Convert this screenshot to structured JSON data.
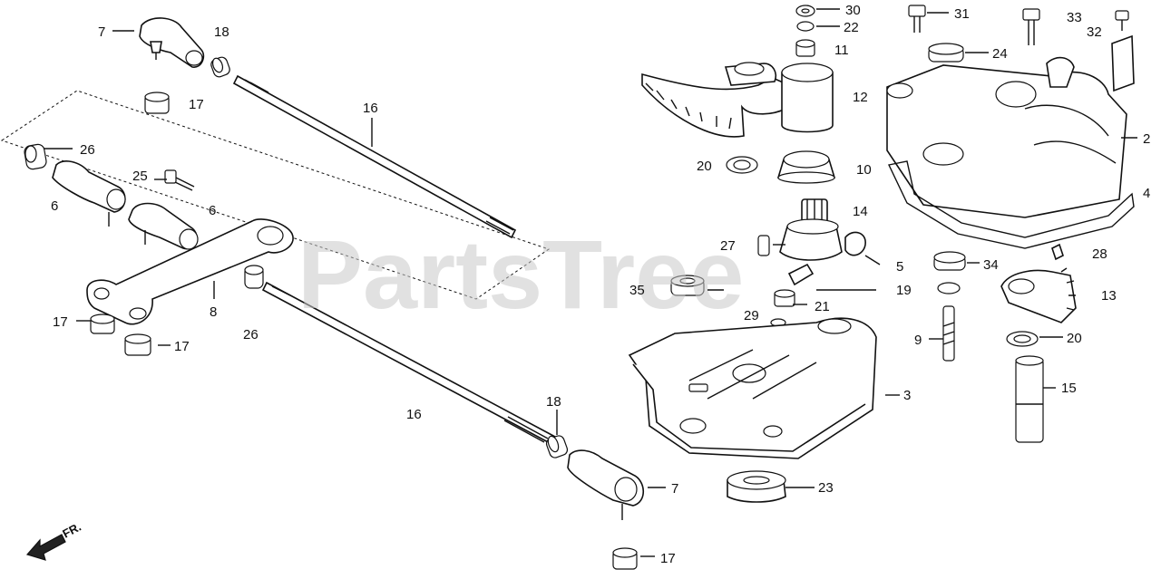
{
  "watermark": "PartsTree",
  "direction_label": "FR.",
  "callouts": [
    {
      "key": "c7a",
      "text": "7"
    },
    {
      "key": "c18a",
      "text": "18"
    },
    {
      "key": "c17a",
      "text": "17"
    },
    {
      "key": "c16a",
      "text": "16"
    },
    {
      "key": "c26a",
      "text": "26"
    },
    {
      "key": "c25",
      "text": "25"
    },
    {
      "key": "c6a",
      "text": "6"
    },
    {
      "key": "c6b",
      "text": "6"
    },
    {
      "key": "c8",
      "text": "8"
    },
    {
      "key": "c17b",
      "text": "17"
    },
    {
      "key": "c17c",
      "text": "17"
    },
    {
      "key": "c26b",
      "text": "26"
    },
    {
      "key": "c16b",
      "text": "16"
    },
    {
      "key": "c18b",
      "text": "18"
    },
    {
      "key": "c7b",
      "text": "7"
    },
    {
      "key": "c17d",
      "text": "17"
    },
    {
      "key": "c30",
      "text": "30"
    },
    {
      "key": "c22",
      "text": "22"
    },
    {
      "key": "c11",
      "text": "11"
    },
    {
      "key": "c12",
      "text": "12"
    },
    {
      "key": "c20a",
      "text": "20"
    },
    {
      "key": "c10",
      "text": "10"
    },
    {
      "key": "c14",
      "text": "14"
    },
    {
      "key": "c27",
      "text": "27"
    },
    {
      "key": "c5",
      "text": "5"
    },
    {
      "key": "c35",
      "text": "35"
    },
    {
      "key": "c19",
      "text": "19"
    },
    {
      "key": "c21",
      "text": "21"
    },
    {
      "key": "c29",
      "text": "29"
    },
    {
      "key": "c3",
      "text": "3"
    },
    {
      "key": "c23",
      "text": "23"
    },
    {
      "key": "c31",
      "text": "31"
    },
    {
      "key": "c33",
      "text": "33"
    },
    {
      "key": "c32",
      "text": "32"
    },
    {
      "key": "c24",
      "text": "24"
    },
    {
      "key": "c2",
      "text": "2"
    },
    {
      "key": "c4",
      "text": "4"
    },
    {
      "key": "c28",
      "text": "28"
    },
    {
      "key": "c34",
      "text": "34"
    },
    {
      "key": "c13",
      "text": "13"
    },
    {
      "key": "c9",
      "text": "9"
    },
    {
      "key": "c20b",
      "text": "20"
    },
    {
      "key": "c15",
      "text": "15"
    }
  ]
}
